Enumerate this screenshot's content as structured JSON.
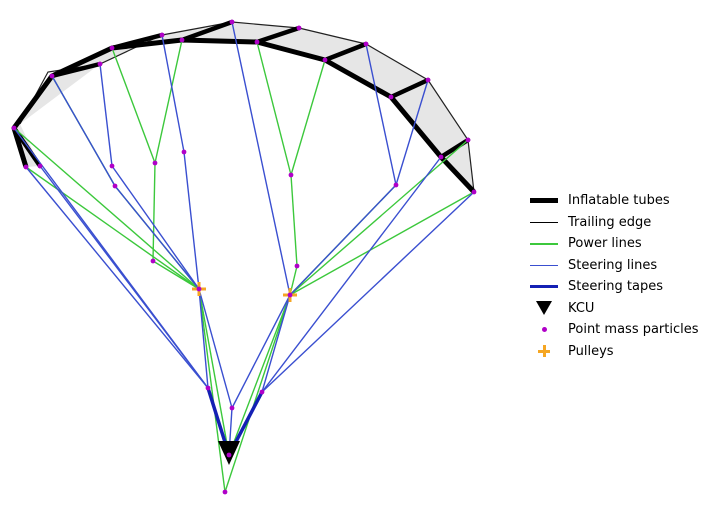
{
  "legend": {
    "items": [
      {
        "key": "tubes",
        "label": "Inflatable tubes",
        "color": "#000000"
      },
      {
        "key": "trailing",
        "label": "Trailing edge",
        "color": "#000000"
      },
      {
        "key": "power",
        "label": "Power lines",
        "color": "#3cc83c"
      },
      {
        "key": "steering",
        "label": "Steering lines",
        "color": "#3a4fd0"
      },
      {
        "key": "tapes",
        "label": "Steering tapes",
        "color": "#1420b4"
      },
      {
        "key": "kcu",
        "label": "KCU",
        "color": "#000000"
      },
      {
        "key": "particles",
        "label": "Point mass particles",
        "color": "#b000c8"
      },
      {
        "key": "pulleys",
        "label": "Pulleys",
        "color": "#f5a623"
      }
    ]
  },
  "colors": {
    "canopy_fill": "#e6e6e6",
    "tube": "#000000",
    "trailing_edge": "#222222",
    "power_line": "#3cc83c",
    "steering_line": "#3a4fd0",
    "steering_tape": "#1420b4",
    "particle": "#b000c8",
    "pulley": "#f5a623"
  }
}
